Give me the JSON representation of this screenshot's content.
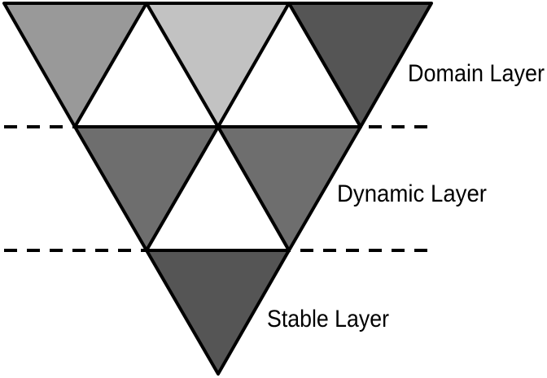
{
  "diagram": {
    "labels": {
      "domain_layer": "Domain Layer",
      "dynamic_layer": "Dynamic Layer",
      "stable_layer": "Stable Layer"
    },
    "colors": {
      "light_gray": "#c2c2c2",
      "medium_gray": "#999999",
      "dark_gray": "#555555",
      "mid_dark_gray": "#6e6e6e",
      "white": "#ffffff",
      "outline": "#000000"
    }
  }
}
